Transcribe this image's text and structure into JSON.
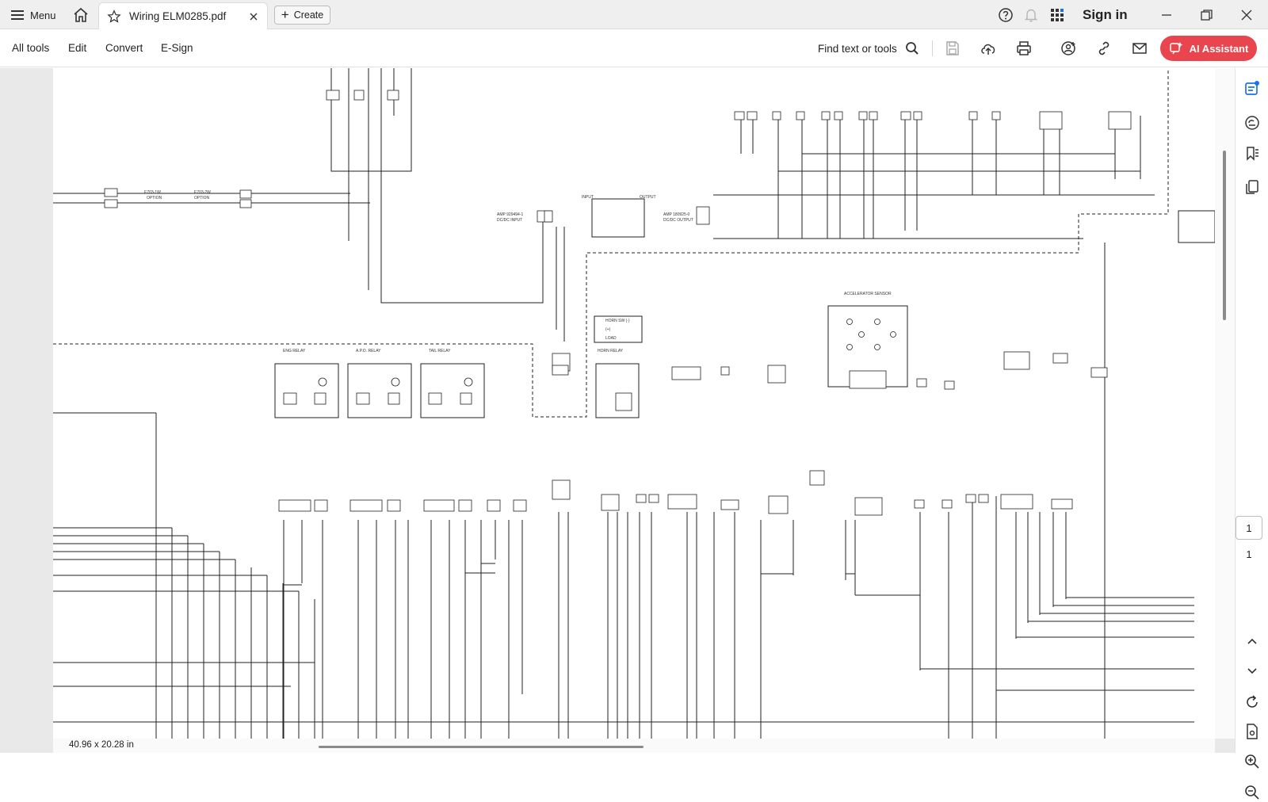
{
  "titlebar": {
    "menu_label": "Menu",
    "tab_title": "Wiring ELM0285.pdf",
    "create_label": "Create",
    "sign_in_label": "Sign in",
    "icons": [
      "menu-icon",
      "home-icon",
      "star-icon",
      "close-icon",
      "plus-icon",
      "help-icon",
      "bell-icon",
      "apps-icon",
      "minimize-icon",
      "maximize-icon",
      "window-close-icon"
    ]
  },
  "toolbar": {
    "items": [
      {
        "label": "All tools"
      },
      {
        "label": "Edit"
      },
      {
        "label": "Convert"
      },
      {
        "label": "E-Sign"
      }
    ],
    "find_label": "Find text or tools",
    "ai_label": "AI Assistant",
    "accent_color": "#e8454e"
  },
  "document": {
    "page_size_label": "40.96 x 20.28 in",
    "current_page": "1",
    "total_pages": "1",
    "diagram_labels": {
      "accelerator_sensor": "ACCELERATOR SENSOR",
      "eng_relay": "ENG RELAY",
      "apo_relay": "A.P.O. RELAY",
      "tail_relay": "TAIL RELAY",
      "horn_relay": "HORN RELAY",
      "horn_sw": "HORN SW (-)",
      "plus": "(+)",
      "load": "LOAD",
      "input": "INPUT",
      "output": "OUTPUT",
      "option_1": "OPTION",
      "option_2": "OPTION",
      "amp_input": "AMP 929494-1",
      "amp_input_sub": "DC/DC INPUT",
      "amp_output": "AMP 180925-0",
      "amp_output_sub": "DC/DC OUTPUT",
      "e703_1w": "E703-1W",
      "e703_2w": "E703-2W"
    }
  },
  "rail": {
    "icons": [
      "comment-panel-icon",
      "feedback-icon",
      "bookmarks-icon",
      "copy-pages-icon",
      "rotate-icon",
      "page-info-icon",
      "zoom-in-icon",
      "zoom-out-icon",
      "chevron-up-icon",
      "chevron-down-icon"
    ]
  }
}
